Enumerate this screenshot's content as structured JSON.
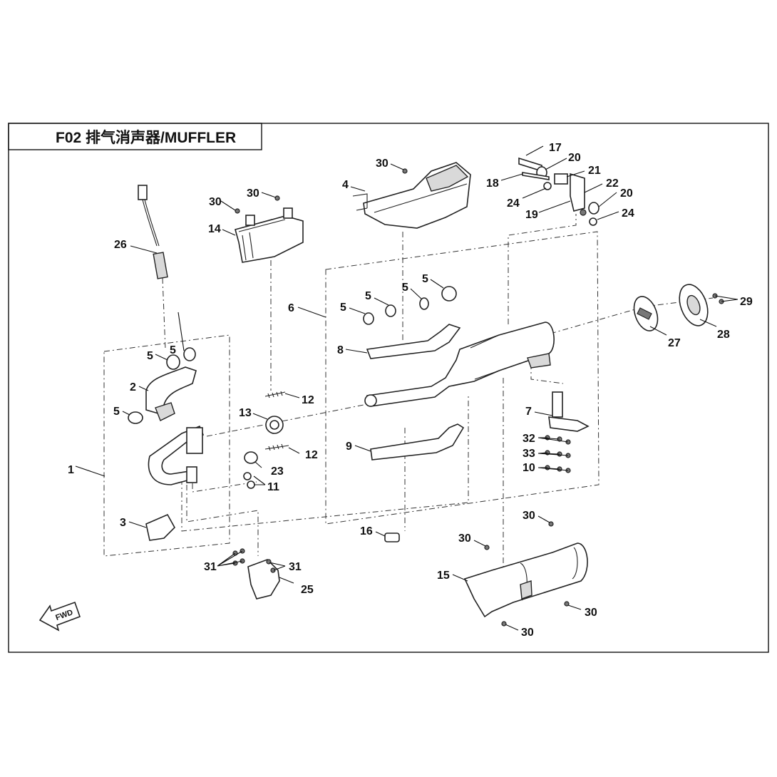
{
  "title": "F02 排气消声器/MUFFLER",
  "fwd_label": "FWD",
  "labels": {
    "l1": "1",
    "l2": "2",
    "l3": "3",
    "l4": "4",
    "l5a": "5",
    "l5b": "5",
    "l5c": "5",
    "l5d": "5",
    "l5e": "5",
    "l5f": "5",
    "l5g": "5",
    "l6": "6",
    "l7": "7",
    "l8": "8",
    "l9": "9",
    "l10": "10",
    "l11": "11",
    "l12a": "12",
    "l12b": "12",
    "l13": "13",
    "l14": "14",
    "l15": "15",
    "l16": "16",
    "l17": "17",
    "l18": "18",
    "l19": "19",
    "l20a": "20",
    "l20b": "20",
    "l21": "21",
    "l22": "22",
    "l23": "23",
    "l24a": "24",
    "l24b": "24",
    "l25": "25",
    "l26": "26",
    "l27": "27",
    "l28": "28",
    "l29": "29",
    "l30a": "30",
    "l30b": "30",
    "l30c": "30",
    "l30d": "30",
    "l30e": "30",
    "l30f": "30",
    "l30g": "30",
    "l31a": "31",
    "l31b": "31",
    "l32": "32",
    "l33": "33"
  }
}
